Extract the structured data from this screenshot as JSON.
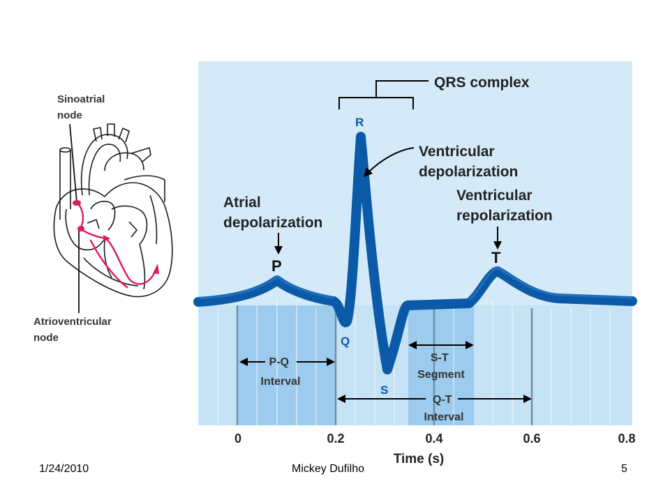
{
  "heart": {
    "sa_node_label_line1": "Sinoatrial",
    "sa_node_label_line2": "node",
    "av_node_label_line1": "Atrioventricular",
    "av_node_label_line2": "node"
  },
  "ecg": {
    "qrs_complex": "QRS complex",
    "wave_r": "R",
    "wave_q": "Q",
    "wave_s": "S",
    "wave_p": "P",
    "wave_t": "T",
    "ventricular_depol_line1": "Ventricular",
    "ventricular_depol_line2": "depolarization",
    "ventricular_repol_line1": "Ventricular",
    "ventricular_repol_line2": "repolarization",
    "atrial_depol_line1": "Atrial",
    "atrial_depol_line2": "depolarization",
    "pq_line1": "P-Q",
    "pq_line2": "Interval",
    "st_line1": "S-T",
    "st_line2": "Segment",
    "qt_line1": "Q-T",
    "qt_line2": "Interval",
    "x_ticks": [
      "0",
      "0.2",
      "0.4",
      "0.6",
      "0.8"
    ],
    "x_label": "Time (s)",
    "colors": {
      "panel_bg": "#d4eaf8",
      "lower_bg": "#c6e2f5",
      "interval_fill": "#9ccbee",
      "trace": "#0b5aa8",
      "conduction": "#e0195a"
    }
  },
  "footer": {
    "date": "1/24/2010",
    "author": "Mickey Dufilho",
    "page": "5"
  }
}
